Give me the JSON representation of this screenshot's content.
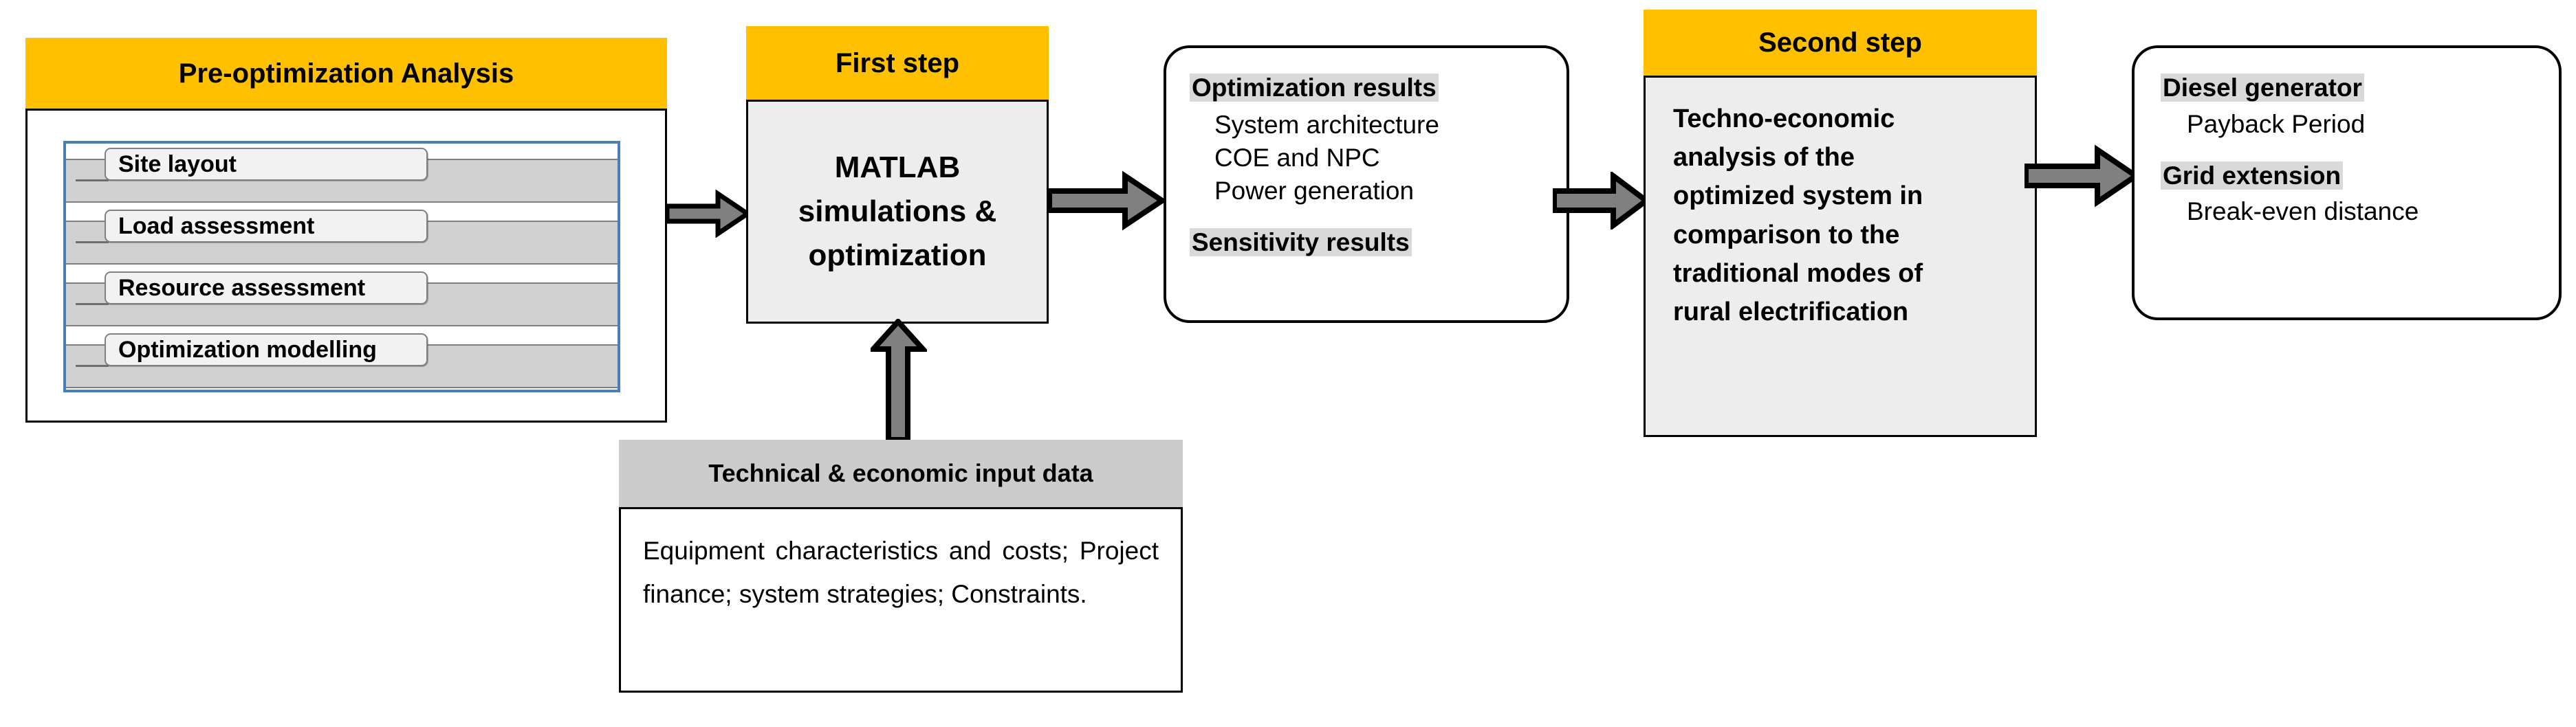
{
  "colors": {
    "header_yellow": "#FFC000",
    "list_border_blue": "#4A7EBB",
    "bar_gray": "#D0D0D0",
    "highlight_gray": "#D9D9D9",
    "body_gray": "#EDEDED",
    "arrow_fill": "#808080",
    "arrow_stroke": "#000000"
  },
  "stage1": {
    "title": "Pre-optimization Analysis",
    "items": [
      {
        "label": "Site layout"
      },
      {
        "label": "Load assessment"
      },
      {
        "label": "Resource assessment"
      },
      {
        "label": "Optimization modelling"
      }
    ]
  },
  "stage2": {
    "title": "First step",
    "lines": [
      "MATLAB",
      "simulations &",
      "optimization"
    ]
  },
  "stage3": {
    "groups": [
      {
        "heading": "Optimization results",
        "items": [
          "System architecture",
          "COE and NPC",
          "Power generation"
        ]
      },
      {
        "heading": "Sensitivity results",
        "items": []
      }
    ]
  },
  "stage4": {
    "title": "Second step",
    "lines": [
      "Techno-economic",
      "analysis of the",
      "optimized system in",
      "comparison to the",
      "traditional modes of",
      "rural electrification"
    ]
  },
  "stage5": {
    "groups": [
      {
        "heading": "Diesel generator",
        "items": [
          "Payback Period"
        ]
      },
      {
        "heading": "Grid extension",
        "items": [
          "Break-even distance"
        ]
      }
    ]
  },
  "inputbox": {
    "title": "Technical & economic input data",
    "body": "Equipment characteristics and costs; Project finance; system strategies; Constraints."
  },
  "arrows": [
    {
      "name": "arrow-stage1-to-stage2",
      "direction": "right"
    },
    {
      "name": "arrow-stage2-to-stage3",
      "direction": "right"
    },
    {
      "name": "arrow-stage3-to-stage4",
      "direction": "right"
    },
    {
      "name": "arrow-stage4-to-stage5",
      "direction": "right"
    },
    {
      "name": "arrow-inputdata-to-stage2",
      "direction": "up"
    }
  ]
}
